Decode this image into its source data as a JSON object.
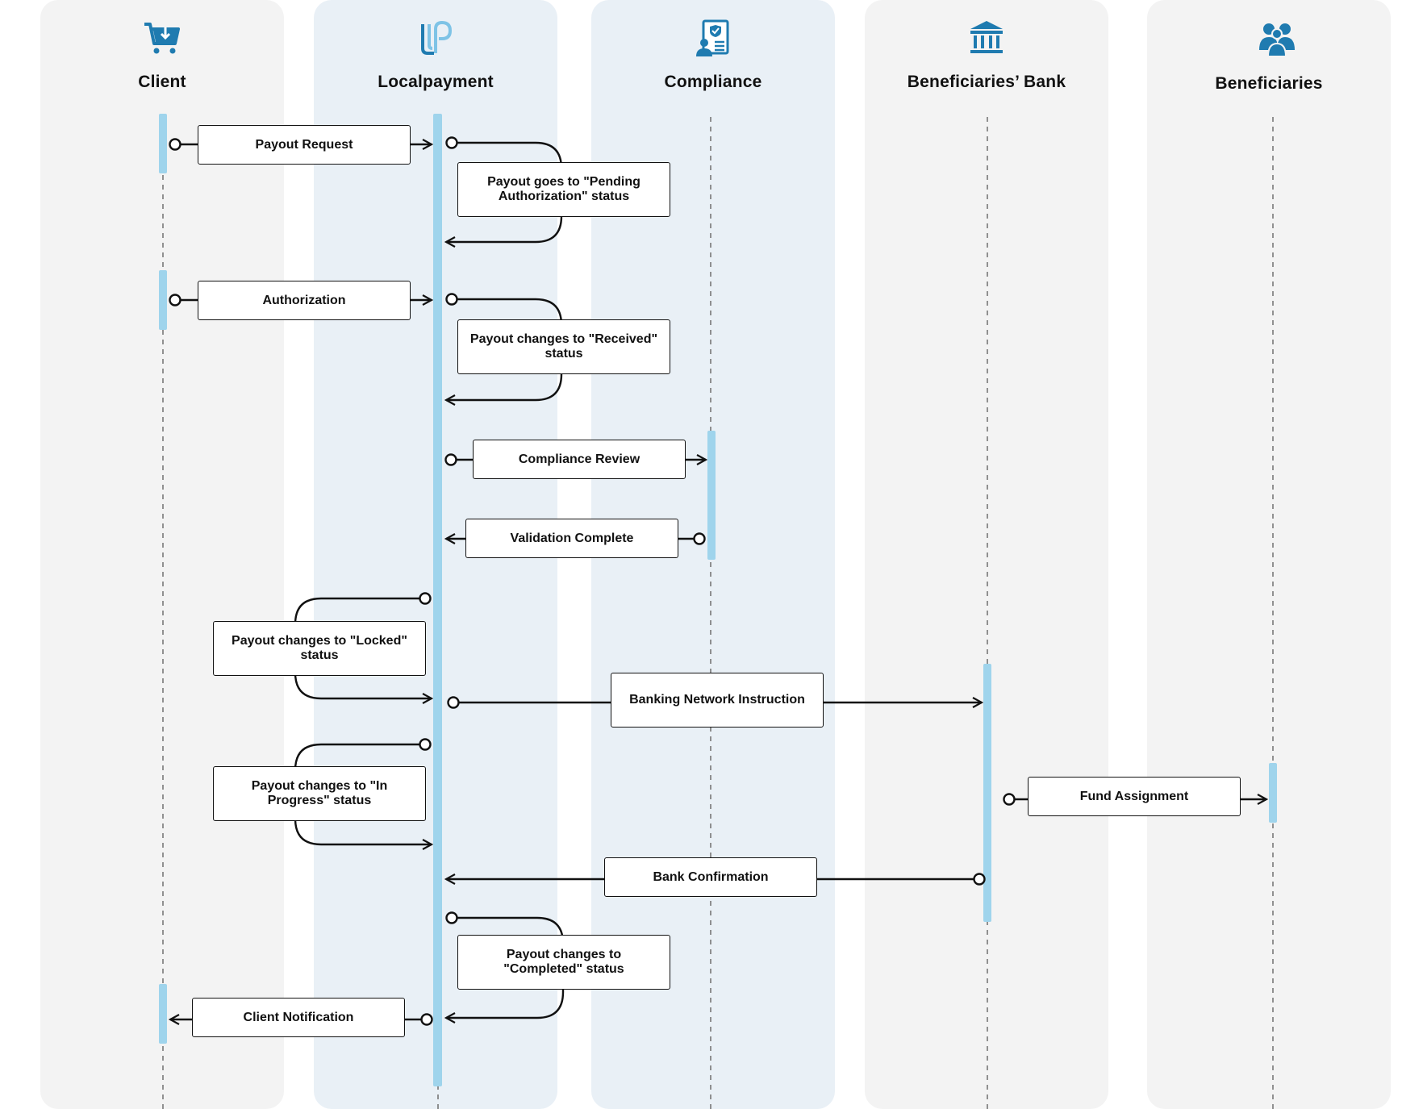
{
  "lanes": [
    {
      "title": "Client",
      "icon": "shopping-cart-icon"
    },
    {
      "title": "Localpayment",
      "icon": "localpayment-logo-icon"
    },
    {
      "title": "Compliance",
      "icon": "compliance-document-icon"
    },
    {
      "title": "Beneficiaries’ Bank",
      "icon": "bank-building-icon"
    },
    {
      "title": "Beneficiaries",
      "icon": "people-group-icon"
    }
  ],
  "messages": [
    {
      "label": "Payout Request"
    },
    {
      "label": "Payout goes to \"Pending Authorization\" status"
    },
    {
      "label": "Authorization"
    },
    {
      "label": "Payout changes to \"Received\" status"
    },
    {
      "label": "Compliance Review"
    },
    {
      "label": "Validation Complete"
    },
    {
      "label": "Payout changes to \"Locked\" status"
    },
    {
      "label": "Banking Network Instruction"
    },
    {
      "label": "Payout changes to \"In Progress\" status"
    },
    {
      "label": "Fund Assignment"
    },
    {
      "label": "Bank Confirmation"
    },
    {
      "label": "Payout changes to \"Completed\" status"
    },
    {
      "label": "Client Notification"
    }
  ],
  "colors": {
    "lane_grey": "#f3f3f3",
    "lane_blue": "#e9f0f6",
    "activation_bar": "#9fd4ec",
    "icon": "#1f7bb0",
    "line": "#111111"
  }
}
